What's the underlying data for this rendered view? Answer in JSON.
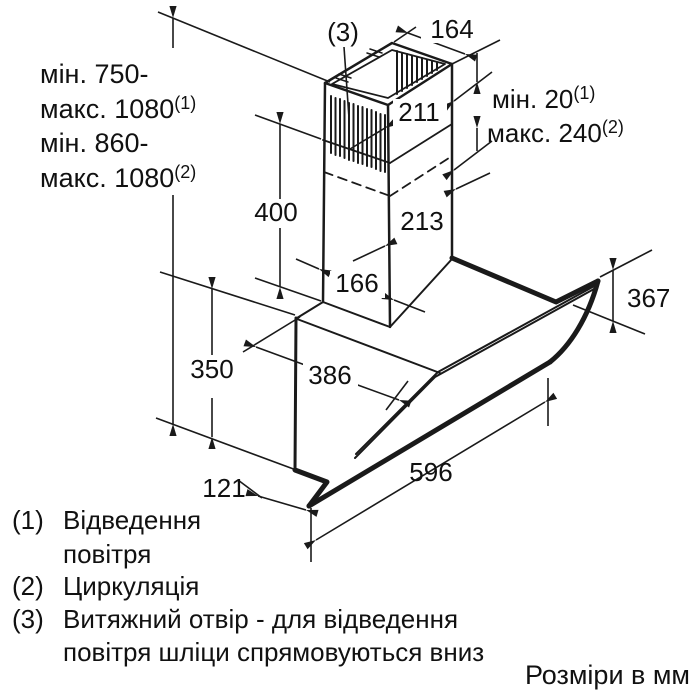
{
  "diagram": {
    "title_semantic": "cooker-hood-installation-dimensions",
    "units_note": "Розміри в мм",
    "line_color": "#1a1a1a",
    "bg_color": "#ffffff",
    "wall_clearance": [
      {
        "main": "мін. 750-",
        "sup": ""
      },
      {
        "main": "макс. 1080",
        "sup": "(1)"
      },
      {
        "main": "мін. 860-",
        "sup": ""
      },
      {
        "main": "макс. 1080",
        "sup": "(2)"
      }
    ],
    "callout_3": "(3)",
    "dims": {
      "top_width": "164",
      "top_depth": "211",
      "min_gap": {
        "main": "мін. 20",
        "sup": "(1)"
      },
      "max_gap": {
        "main": "макс. 240",
        "sup": "(2)"
      },
      "chimney_height": "400",
      "duct_depth": "213",
      "duct_width": "166",
      "body_height": "350",
      "hood_depth": "386",
      "back_height": "367",
      "hood_width": "596",
      "front_offset": "121"
    },
    "footnotes": [
      {
        "ref": "(1)",
        "lines": [
          "Відведення",
          "повітря"
        ]
      },
      {
        "ref": "(2)",
        "lines": [
          "Циркуляція"
        ]
      },
      {
        "ref": "(3)",
        "lines": [
          "Витяжний отвір - для відведення",
          "повітря шліци спрямовуються вниз"
        ]
      }
    ]
  }
}
